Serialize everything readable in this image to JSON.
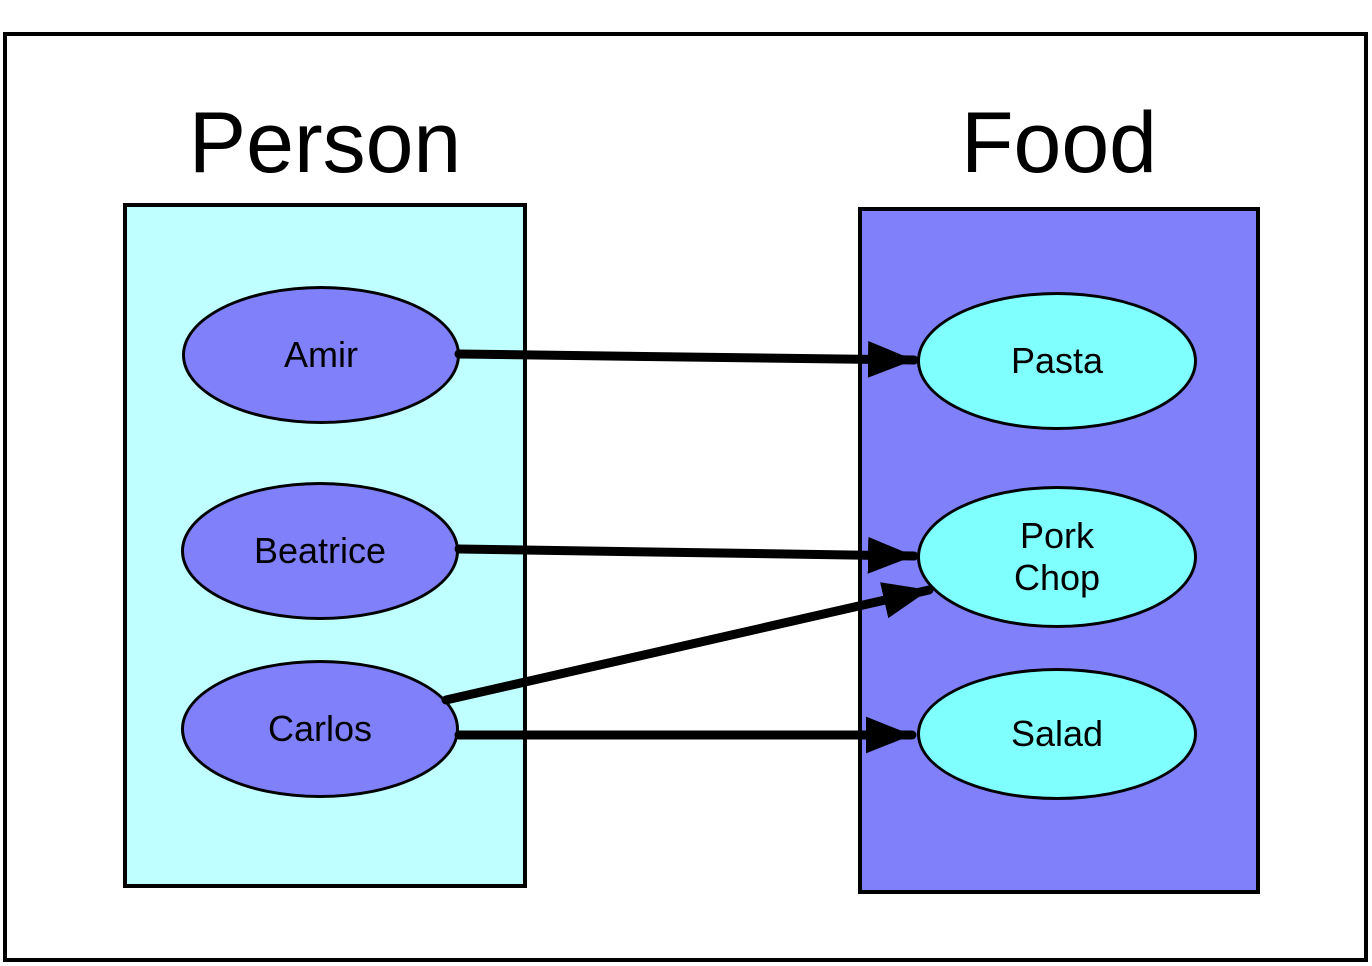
{
  "diagram": {
    "left_set": {
      "title": "Person",
      "items": [
        "Amir",
        "Beatrice",
        "Carlos"
      ]
    },
    "right_set": {
      "title": "Food",
      "items": [
        "Pasta",
        "Pork Chop",
        "Salad"
      ]
    },
    "mappings": [
      {
        "from": "Amir",
        "to": "Pasta"
      },
      {
        "from": "Beatrice",
        "to": "Pork Chop"
      },
      {
        "from": "Carlos",
        "to": "Pork Chop"
      },
      {
        "from": "Carlos",
        "to": "Salad"
      }
    ],
    "colors": {
      "left_box_fill": "#BFFFFF",
      "right_box_fill": "#8080FA",
      "left_ellipse_fill": "#8080FA",
      "right_ellipse_fill": "#80FFFF",
      "stroke": "#000000",
      "arrow": "#000000"
    }
  }
}
